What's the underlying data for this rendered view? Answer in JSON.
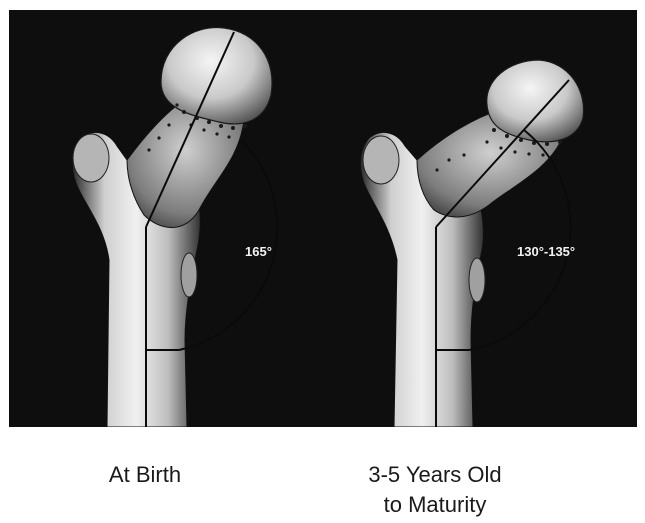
{
  "figures": [
    {
      "angle_label": "165°",
      "caption_lines": [
        "At Birth"
      ]
    },
    {
      "angle_label": "130°-135°",
      "caption_lines": [
        "3-5 Years Old",
        "to Maturity"
      ]
    }
  ],
  "colors": {
    "background": "#0e0e0e",
    "bone_light": "#e6e6e6",
    "bone_mid": "#9a9a9a",
    "bone_dark": "#3a3a3a",
    "caption_text": "#1a1a1a"
  }
}
